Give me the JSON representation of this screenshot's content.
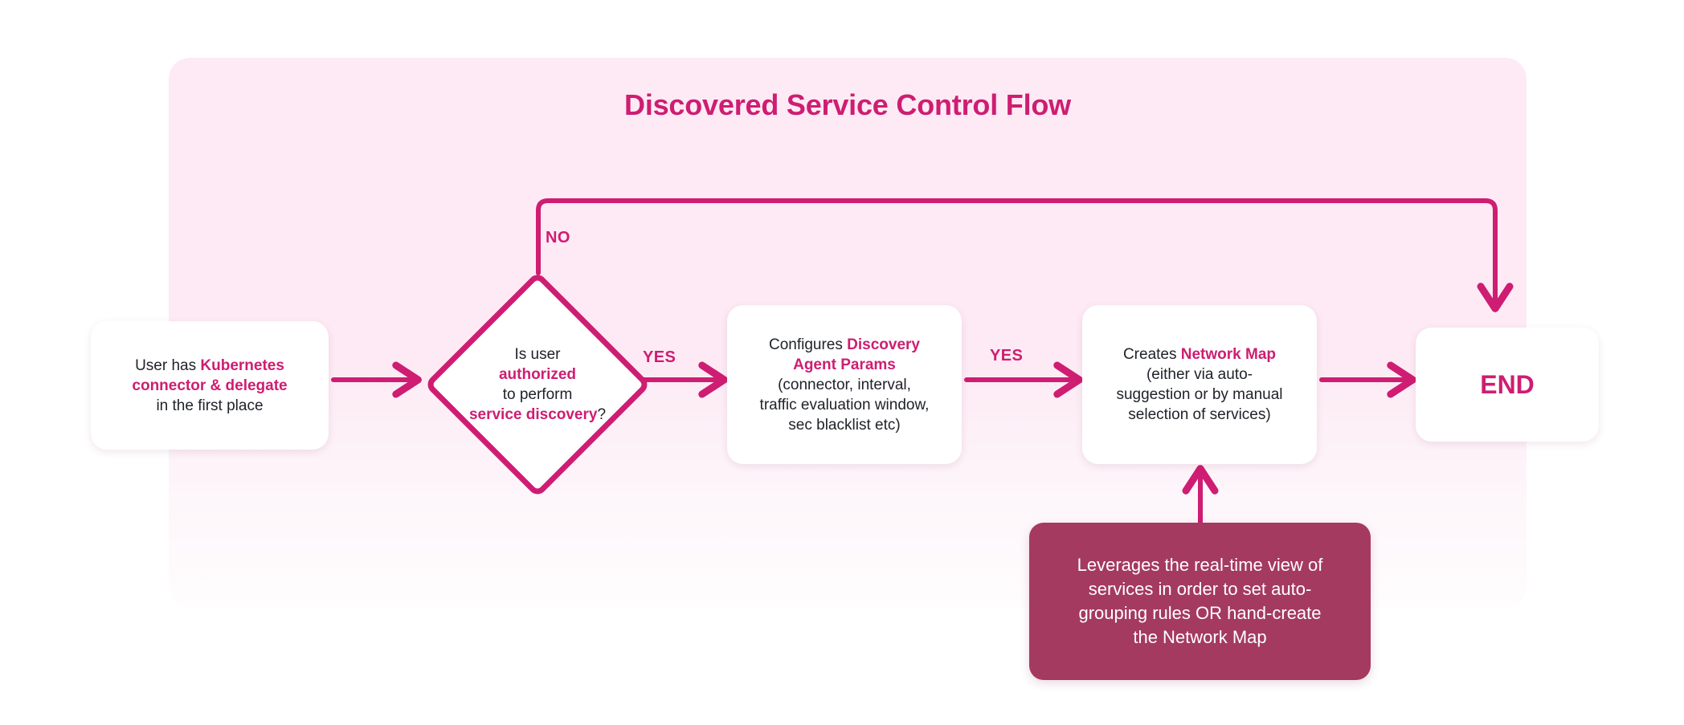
{
  "diagram": {
    "title": "Discovered Service Control Flow",
    "accent_color": "#ce1d72",
    "panel_color": "#fdeaf4",
    "note_color": "#a43a5f",
    "nodes": {
      "start": {
        "id": "start",
        "shape": "rounded-rect",
        "line1_plain": "User has ",
        "line1_accent": "Kubernetes",
        "line2_accent": "connector & delegate",
        "line3_plain": "in the first place"
      },
      "decision": {
        "id": "decision",
        "shape": "diamond",
        "line1_plain": "Is user",
        "line2_accent": "authorized",
        "line3_plain": "to perform",
        "line4_accent": "service discovery",
        "line4_suffix": "?"
      },
      "params": {
        "id": "params",
        "shape": "rounded-rect",
        "line1_plain": "Configures ",
        "line1_accent": "Discovery",
        "line2_accent": "Agent Params",
        "line3_plain": "(connector, interval,",
        "line4_plain": "traffic evaluation window,",
        "line5_plain": "sec blacklist etc)"
      },
      "map": {
        "id": "map",
        "shape": "rounded-rect",
        "line1_plain": "Creates ",
        "line1_accent": "Network Map",
        "line2_plain": "(either via auto-",
        "line3_plain": "suggestion or by manual",
        "line4_plain": "selection of services)"
      },
      "end": {
        "id": "end",
        "shape": "rounded-rect",
        "label": "END"
      },
      "note": {
        "id": "note",
        "shape": "rounded-rect-filled",
        "line1": "Leverages the real-time view of",
        "line2": "services in order to set auto-",
        "line3": "grouping rules OR hand-create",
        "line4": "the Network Map"
      }
    },
    "edges": [
      {
        "id": "start-to-decision",
        "from": "start",
        "to": "decision",
        "label": ""
      },
      {
        "id": "decision-no-to-end",
        "from": "decision",
        "to": "end",
        "label": "NO"
      },
      {
        "id": "decision-yes-to-params",
        "from": "decision",
        "to": "params",
        "label": "YES"
      },
      {
        "id": "params-yes-to-map",
        "from": "params",
        "to": "map",
        "label": "YES"
      },
      {
        "id": "map-to-end",
        "from": "map",
        "to": "end",
        "label": ""
      },
      {
        "id": "note-to-map",
        "from": "note",
        "to": "map",
        "label": ""
      }
    ],
    "labels": {
      "no": "NO",
      "yes_1": "YES",
      "yes_2": "YES"
    }
  }
}
